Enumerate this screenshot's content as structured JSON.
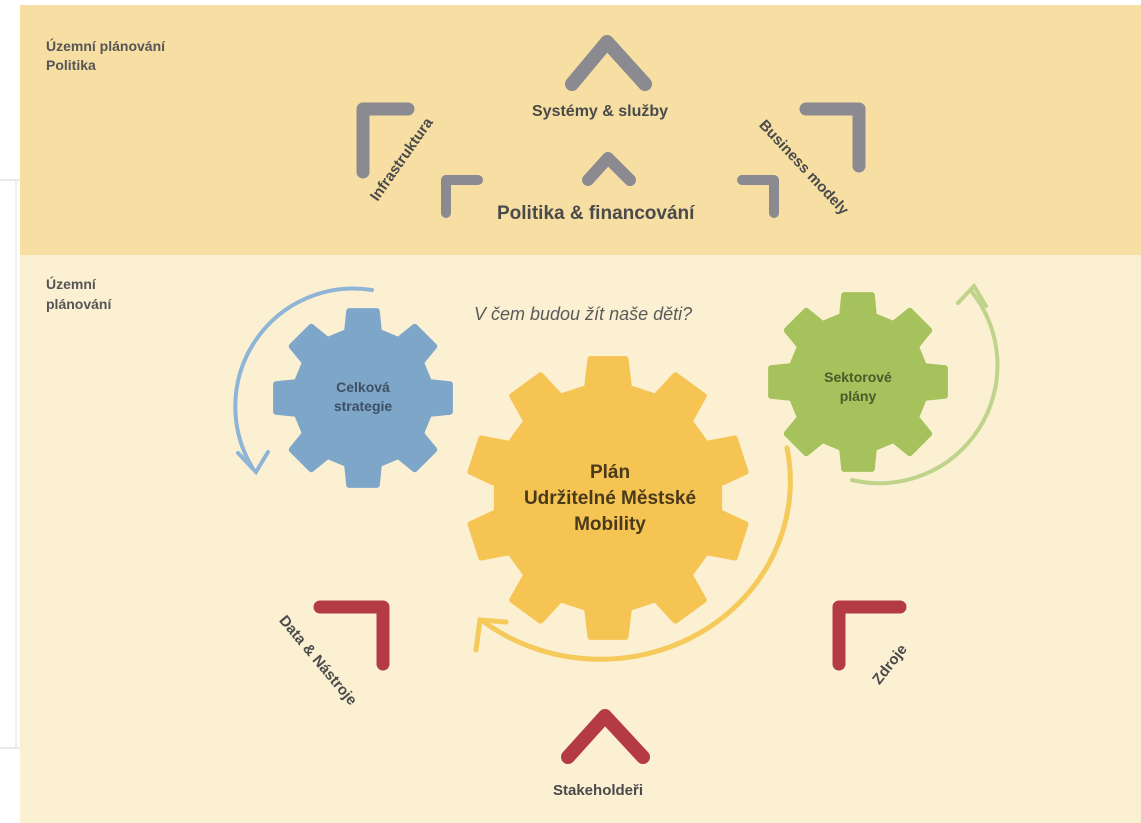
{
  "colors": {
    "top_band": "#f7dfa4",
    "bottom_band": "#fcf0d3",
    "gray": "#8a8a90",
    "red": "#b43a45",
    "blue_gear": "#7ea6c9",
    "yellow_gear": "#f5c453",
    "green_gear": "#a5c25c",
    "text": "#4a4a4a"
  },
  "top_section": {
    "label_line1": "Územní plánování",
    "label_line2": "Politika",
    "systems": "Systémy & služby",
    "infrastructure": "Infrastruktura",
    "business": "Business modely",
    "policy_finance": "Politika & financování"
  },
  "bottom_section": {
    "label_line1": "Územní",
    "label_line2": "plánování",
    "question": "V čem budou žít naše děti?",
    "gear_blue": {
      "line1": "Celková",
      "line2": "strategie"
    },
    "gear_green": {
      "line1": "Sektorové",
      "line2": "plány"
    },
    "gear_center": {
      "line1": "Plán",
      "line2": "Udržitelné Městské",
      "line3": "Mobility"
    },
    "data_tools": "Data & Nástroje",
    "resources": "Zdroje",
    "stakeholders": "Stakeholdeři"
  }
}
